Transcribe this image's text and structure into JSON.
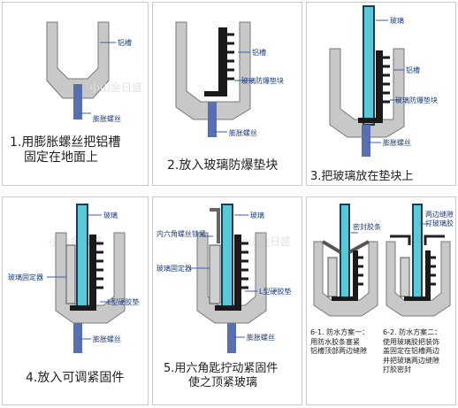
{
  "colors": {
    "line": "#3b5ca8",
    "glass": "#5cc8d6",
    "glassEdge": "#1a3d56",
    "bolt": "#5a6fb0",
    "gasket": "#1a1a1a",
    "channel": "#c8c8c8",
    "channelDark": "#9a9a9a"
  },
  "panels": [
    {
      "caption": [
        "1.用膨胀螺丝把铝槽",
        "固定在地面上"
      ],
      "labels": [
        "铝槽",
        "膨胀螺丝"
      ]
    },
    {
      "caption": [
        "2.放入玻璃防爆垫块"
      ],
      "labels": [
        "铝槽",
        "玻璃防爆垫块",
        "膨胀螺丝"
      ]
    },
    {
      "caption": [
        "3.把玻璃放在垫块上"
      ],
      "labels": [
        "玻璃",
        "铝槽",
        "玻璃防爆垫块",
        "膨胀螺丝"
      ]
    },
    {
      "caption": [
        "4.放入可调紧固件"
      ],
      "labels": [
        "玻璃",
        "玻璃固定器",
        "L型硬胶垫",
        "膨胀螺丝"
      ]
    },
    {
      "caption": [
        "5.用六角匙拧动紧固件",
        "使之顶紧玻璃"
      ],
      "labels": [
        "玻璃",
        "内六角螺丝锁紧",
        "玻璃固定器",
        "L型硬胶垫",
        "膨胀螺丝"
      ]
    },
    {
      "caption_left": [
        "6-1. 防水方案一：",
        "用防水胶条塞紧",
        "铝槽顶部两边缝隙"
      ],
      "caption_right": [
        "6-2. 防水方案二：",
        "使用玻璃胶把装饰",
        "盖固定在铝槽两边",
        "并把玻璃两边缝隙",
        "打胶密封"
      ],
      "labels": [
        "密封胶条",
        "两边缝隙",
        "打玻璃胶"
      ]
    }
  ],
  "watermark": "小山金日盛"
}
